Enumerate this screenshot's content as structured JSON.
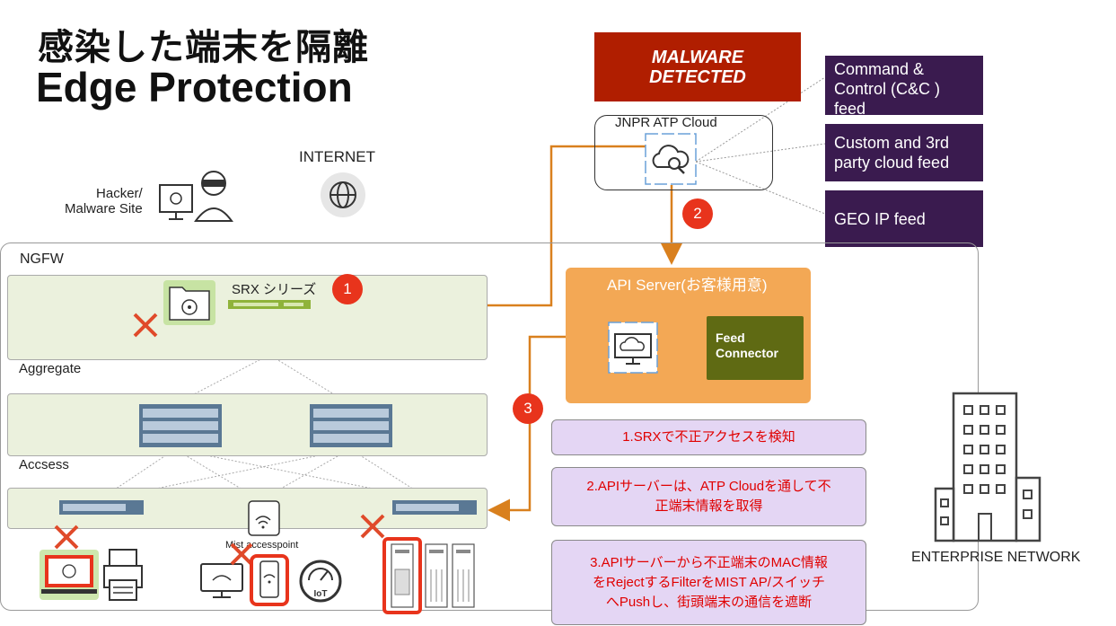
{
  "title": {
    "line1": "感染した端末を隔離",
    "line2": "Edge Protection"
  },
  "malware_banner": {
    "line1": "MALWARE",
    "line2": "DETECTED"
  },
  "feeds": [
    {
      "line1": "Command &",
      "line2": "Control (C&C )",
      "line3": "feed"
    },
    {
      "line1": "Custom and 3rd",
      "line2": "party cloud feed"
    },
    {
      "line1": "GEO IP feed"
    }
  ],
  "atp_cloud": {
    "label": "JNPR ATP Cloud"
  },
  "internet": {
    "label": "INTERNET"
  },
  "hacker": {
    "line1": "Hacker/",
    "line2": "Malware Site"
  },
  "ngfw": {
    "label": "NGFW"
  },
  "srx": {
    "label": "SRX シリーズ"
  },
  "aggregate": {
    "label": "Aggregate"
  },
  "access": {
    "label": "Accsess"
  },
  "mist": {
    "label": "Mist accesspoint"
  },
  "iot": {
    "label": "IoT"
  },
  "api_server": {
    "label": "API Server(お客様用意)"
  },
  "feed_connector": {
    "line1": "Feed",
    "line2": "Connector"
  },
  "steps": [
    {
      "line1": "1.SRXで不正アクセスを検知"
    },
    {
      "line1": "2.APIサーバーは、ATP Cloudを通して不",
      "line2": "正端末情報を取得"
    },
    {
      "line1": "3.APIサーバーから不正端末のMAC情報",
      "line2": "をRejectするFilterをMIST AP/スイッチ",
      "line3": "へPushし、街頭端末の通信を遮断"
    }
  ],
  "step_numbers": [
    "1",
    "2",
    "3"
  ],
  "enterprise": {
    "label": "ENTERPRISE NETWORK"
  },
  "colors": {
    "malware_red": "#b01e00",
    "feed_purple": "#3a1b4f",
    "api_orange": "#f3a855",
    "connector_olive": "#5f6a13",
    "arrow_orange": "#d9801e",
    "step_bg": "#e4d6f4",
    "step_text": "#e00000",
    "badge_red": "#e8341c",
    "band_green": "#ebf1dd"
  },
  "icons": [
    "biohazard-icon",
    "hacker-icon",
    "globe-icon",
    "cloud-search-icon",
    "cloud-gear-monitor-icon",
    "wifi-bluetooth-icon",
    "laptop-icon",
    "printer-icon",
    "desktop-icon",
    "smartphone-icon",
    "iot-icon",
    "server-icon",
    "building-icon",
    "block-x-icon"
  ]
}
